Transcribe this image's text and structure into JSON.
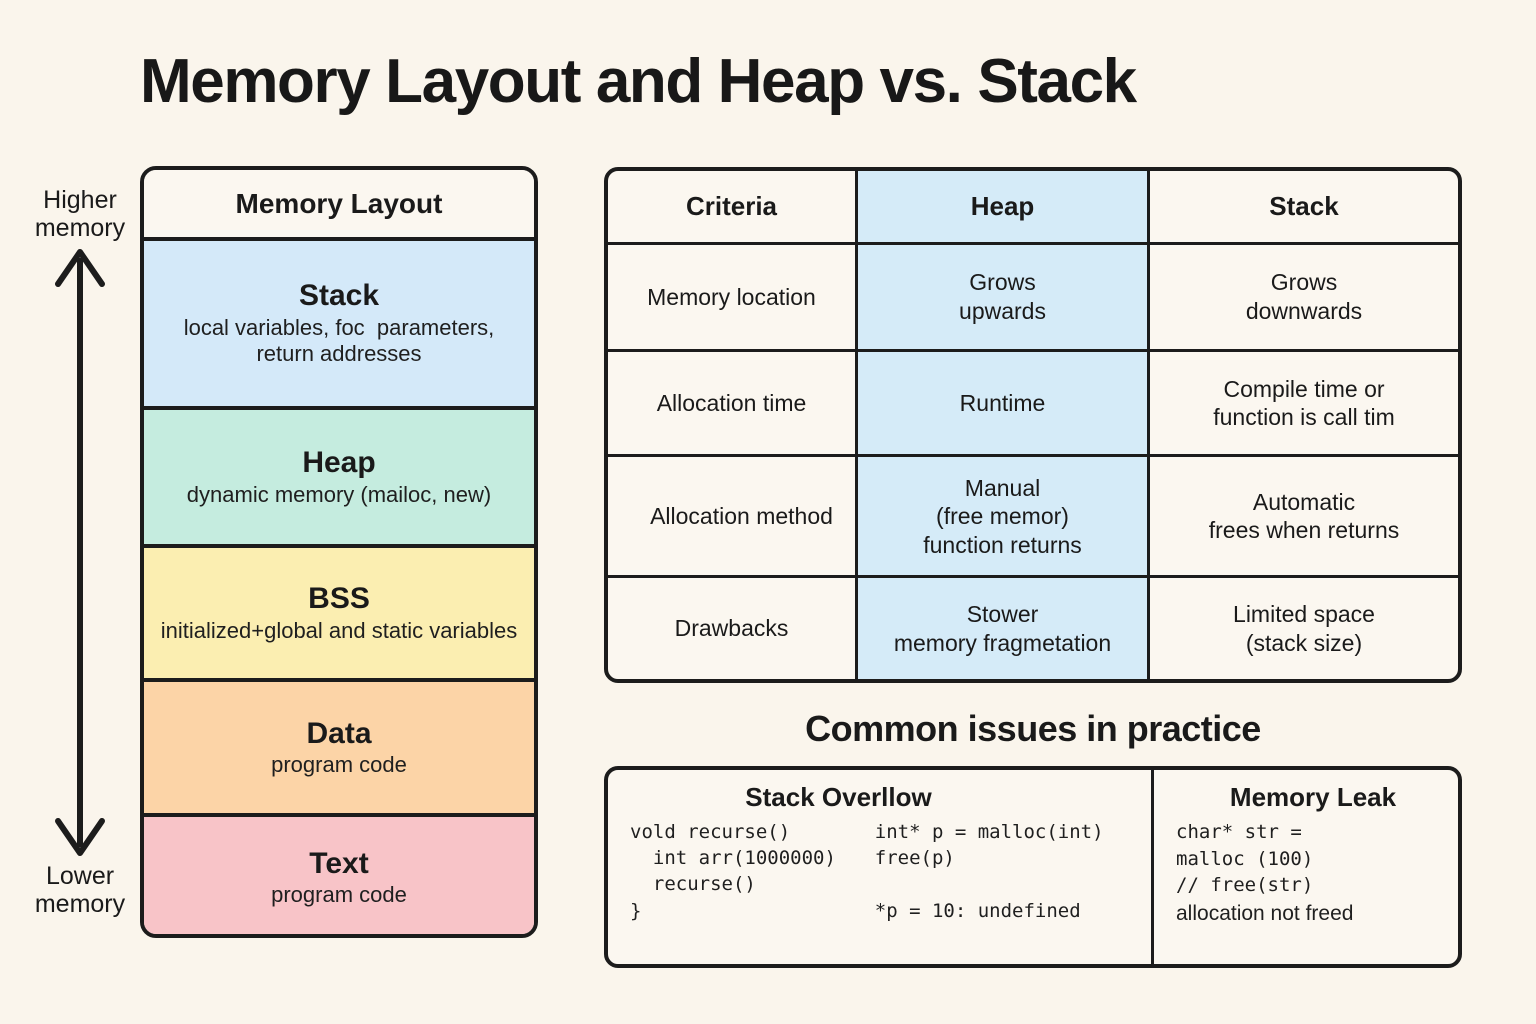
{
  "title": "Memory Layout and Heap vs. Stack",
  "colors": {
    "background": "#faf5ec",
    "panel": "#fbf7f0",
    "stroke": "#1c1c1c",
    "stack_fill": "#d4e9f9",
    "heap_fill": "#c5ecdf",
    "bss_fill": "#fbeeb1",
    "data_fill": "#fcd4a7",
    "text_fill": "#f8c4c8",
    "heap_column_fill": "#d5ebf8"
  },
  "axis": {
    "higher_label": "Higher\nmemory",
    "lower_label": "Lower\nmemory",
    "arrow_icon": "double-headed-vertical-arrow"
  },
  "memory_layout": {
    "header": "Memory Layout",
    "segments": [
      {
        "name": "Stack",
        "desc": "local variables, foc \nparameters, return addresses"
      },
      {
        "name": "Heap",
        "desc": "dynamic memory (mailoc,\nnew)"
      },
      {
        "name": "BSS",
        "desc": "initialized+global and\nstatic variables"
      },
      {
        "name": "Data",
        "desc": "program code"
      },
      {
        "name": "Text",
        "desc": "program code"
      }
    ]
  },
  "comparison": {
    "headers": [
      "Criteria",
      "Heap",
      "Stack"
    ],
    "rows": [
      {
        "criteria": "Memory location",
        "heap": "Grows\nupwards",
        "stack": "Grows\ndownwards"
      },
      {
        "criteria": "Allocation time",
        "heap": "Runtime",
        "stack": "Compile time or\nfunction is call tim"
      },
      {
        "criteria": "Allocation method",
        "heap": "Manual\n(free memor)\nfunction returns",
        "stack": "Automatic\nfrees when returns"
      },
      {
        "criteria": "Drawbacks",
        "heap": "Stower\nmemory fragmetation",
        "stack": "Limited space\n(stack size)"
      }
    ]
  },
  "issues": {
    "heading": "Common issues in practice",
    "panels": [
      {
        "title": "Stack Overllow",
        "code_left": "vold recurse()\n  int arr(1000000)\n  recurse()\n}",
        "code_right": "int* p = malloc(int)\nfree(p)\n\n*p = 10: undefined"
      },
      {
        "title": "Memory Leak",
        "code": "char* str =\nmalloc (100)\n// free(str)",
        "note": "allocation not freed"
      }
    ]
  }
}
